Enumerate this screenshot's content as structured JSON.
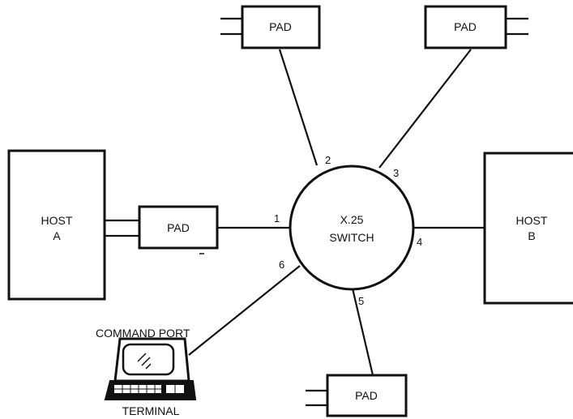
{
  "switch": {
    "line1": "X.25",
    "line2": "SWITCH"
  },
  "host_a": {
    "line1": "HOST",
    "line2": "A"
  },
  "host_b": {
    "line1": "HOST",
    "line2": "B"
  },
  "pads": {
    "left": "PAD",
    "top_left": "PAD",
    "top_right": "PAD",
    "bottom": "PAD"
  },
  "ports": [
    "1",
    "2",
    "3",
    "4",
    "5",
    "6"
  ],
  "terminal": {
    "command_port": "COMMAND PORT",
    "label": "TERMINAL"
  }
}
